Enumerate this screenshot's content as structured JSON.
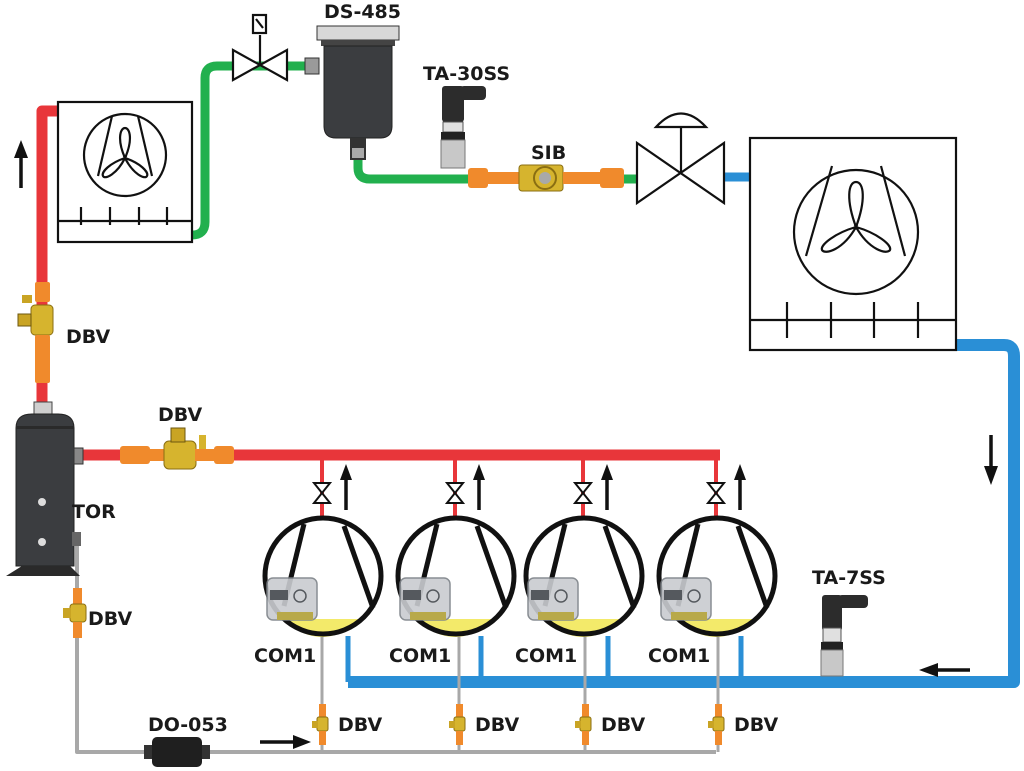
{
  "diagram": {
    "title": "Refrigeration system schematic with oil management",
    "colors": {
      "discharge_line": "#e8363a",
      "liquid_line": "#22b04e",
      "suction_line": "#2a8fd6",
      "oil_line": "#a8a8a8",
      "fitting_orange": "#f08a2c",
      "valve_brass": "#d6b42e",
      "component_dark": "#3b3d40",
      "oil_level": "#f3ea6a"
    },
    "labels": {
      "receiver_filter": "DS-485",
      "liquid_sensor": "TA-30SS",
      "sight_glass": "SIB",
      "discharge_valve": "DBV",
      "separator_valve": "DBV",
      "oil_separator": "TOR",
      "oil_valve": "DBV",
      "oil_filter": "DO-053",
      "suction_sensor": "TA-7SS"
    },
    "compressors": [
      {
        "label": "COM1",
        "valve_label": "DBV"
      },
      {
        "label": "COM1",
        "valve_label": "DBV"
      },
      {
        "label": "COM1",
        "valve_label": "DBV"
      },
      {
        "label": "COM1",
        "valve_label": "DBV"
      }
    ],
    "components": {
      "condenser": "condenser",
      "evaporator": "evaporator",
      "solenoid_valve": "solenoid-valve",
      "expansion_valve": "expansion-valve"
    }
  }
}
